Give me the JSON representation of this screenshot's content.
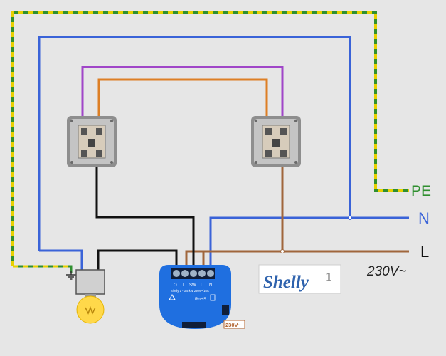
{
  "labels": {
    "pe": "PE",
    "n": "N",
    "l": "L",
    "voltage": "230V~"
  },
  "shelly": {
    "logo_text": "Shelly",
    "logo_number": "1",
    "terminals": [
      "O",
      "I",
      "SW",
      "L",
      "N"
    ],
    "spec_line": "Shelly 1 - 3.5 kW 230V~/16A",
    "rohs": "RoHS",
    "side_label": "230V~"
  },
  "colors": {
    "pe_green": "#2f8f2f",
    "pe_yellow": "#e8d000",
    "neutral": "#3a63d8",
    "live": "#a0663c",
    "switched": "#111111",
    "traveler_purple": "#a046c8",
    "traveler_orange": "#dd7f25",
    "module_blue": "#1f6fe0",
    "bulb_yellow": "#ffd84a"
  },
  "icons": [
    "light-bulb-icon",
    "ground-symbol-icon",
    "warning-icon",
    "recycle-bin-icon"
  ]
}
